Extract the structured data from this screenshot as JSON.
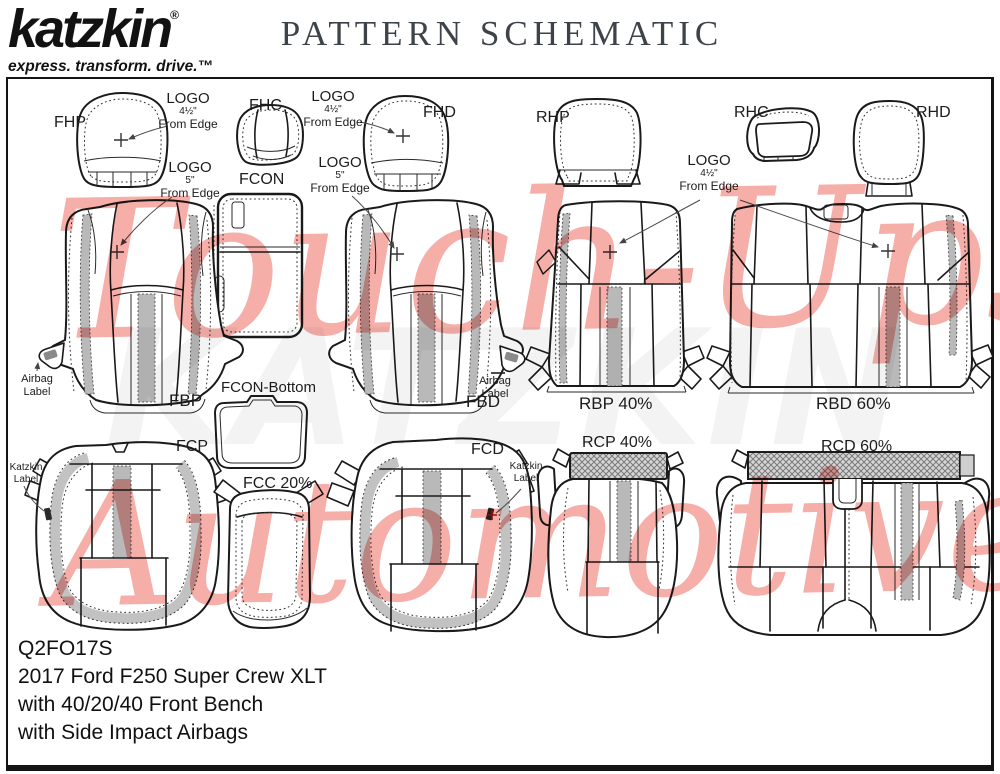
{
  "header": {
    "brand": "katzkin",
    "registered": "®",
    "tagline": "express. transform. drive.™",
    "title": "PATTERN SCHEMATIC"
  },
  "watermark": {
    "line1": "Touch-Ups",
    "line2": "Automotive",
    "ghost": "KATZKIN",
    "pink": "#f4a9a4"
  },
  "pieces": {
    "fhp": "FHP",
    "fhc": "FHC",
    "fhd": "FHD",
    "rhp": "RHP",
    "rhc": "RHC",
    "rhd": "RHD",
    "fcon": "FCON",
    "fcon_bottom": "FCON-Bottom",
    "fbp": "FBP",
    "fbd": "FBD",
    "rbp": "RBP 40%",
    "rbd": "RBD 60%",
    "fcp": "FCP",
    "fcc": "FCC 20%",
    "fcd": "FCD",
    "rcp": "RCP 40%",
    "rcd": "RCD 60%"
  },
  "notes": {
    "logo": "LOGO",
    "size_45": "4½\"",
    "size_5": "5\"",
    "from_edge": "From Edge",
    "airbag_l1": "Airbag",
    "airbag_l2": "Label",
    "katzkin_l1": "Katzkin",
    "katzkin_l2": "Label"
  },
  "footer": {
    "code": "Q2FO17S",
    "line1": "2017 Ford F250 Super Crew XLT",
    "line2": "with 40/20/40 Front Bench",
    "line3": "with Side Impact Airbags"
  }
}
